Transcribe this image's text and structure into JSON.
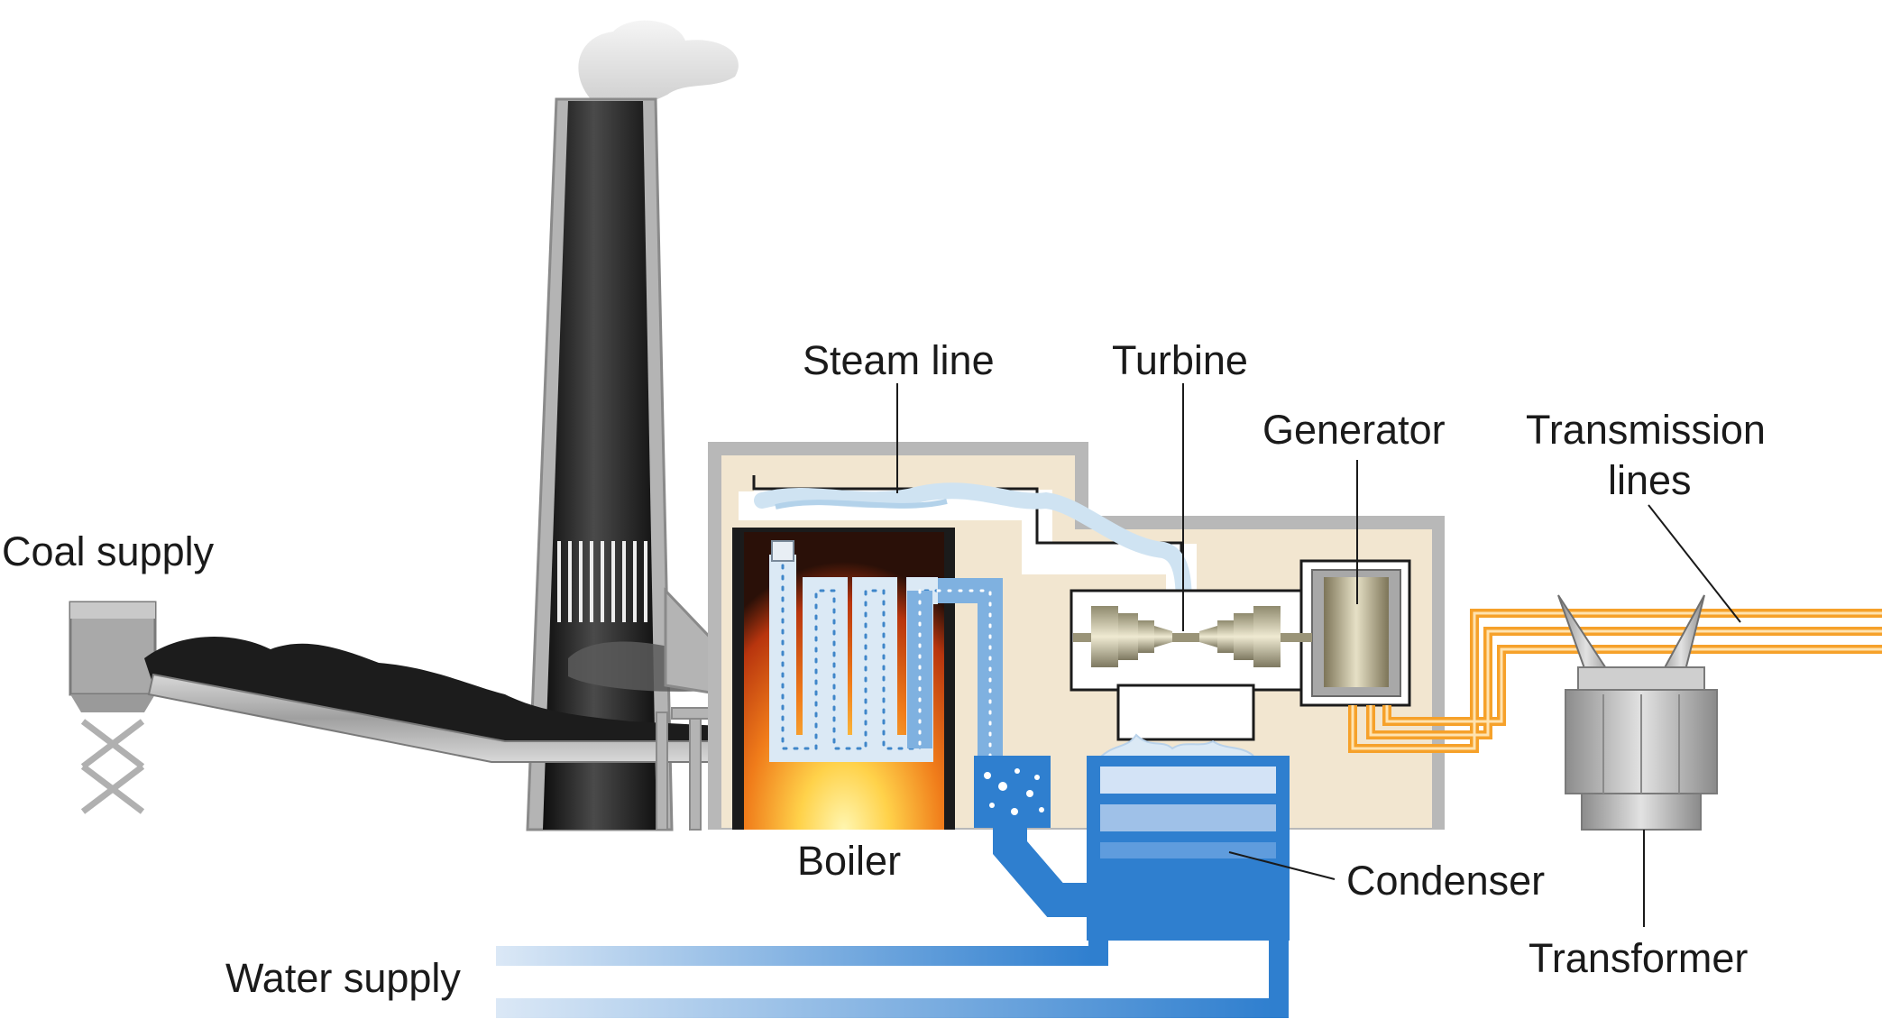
{
  "labels": {
    "coal_supply": "Coal supply",
    "steam_line": "Steam line",
    "turbine": "Turbine",
    "generator": "Generator",
    "transmission_lines_1": "Transmission",
    "transmission_lines_2": "lines",
    "boiler": "Boiler",
    "condenser": "Condenser",
    "water_supply": "Water supply",
    "transformer": "Transformer"
  },
  "colors": {
    "building_fill": "#f2e6d0",
    "building_wall": "#b8b8b8",
    "stack_dark": "#1c1c1c",
    "water_blue": "#2f7fcf",
    "steam_light": "#dcecf7",
    "flame_orange": "#f07c1a",
    "transmission_orange": "#f6a12a",
    "metal_gray": "#a9a9a9"
  }
}
